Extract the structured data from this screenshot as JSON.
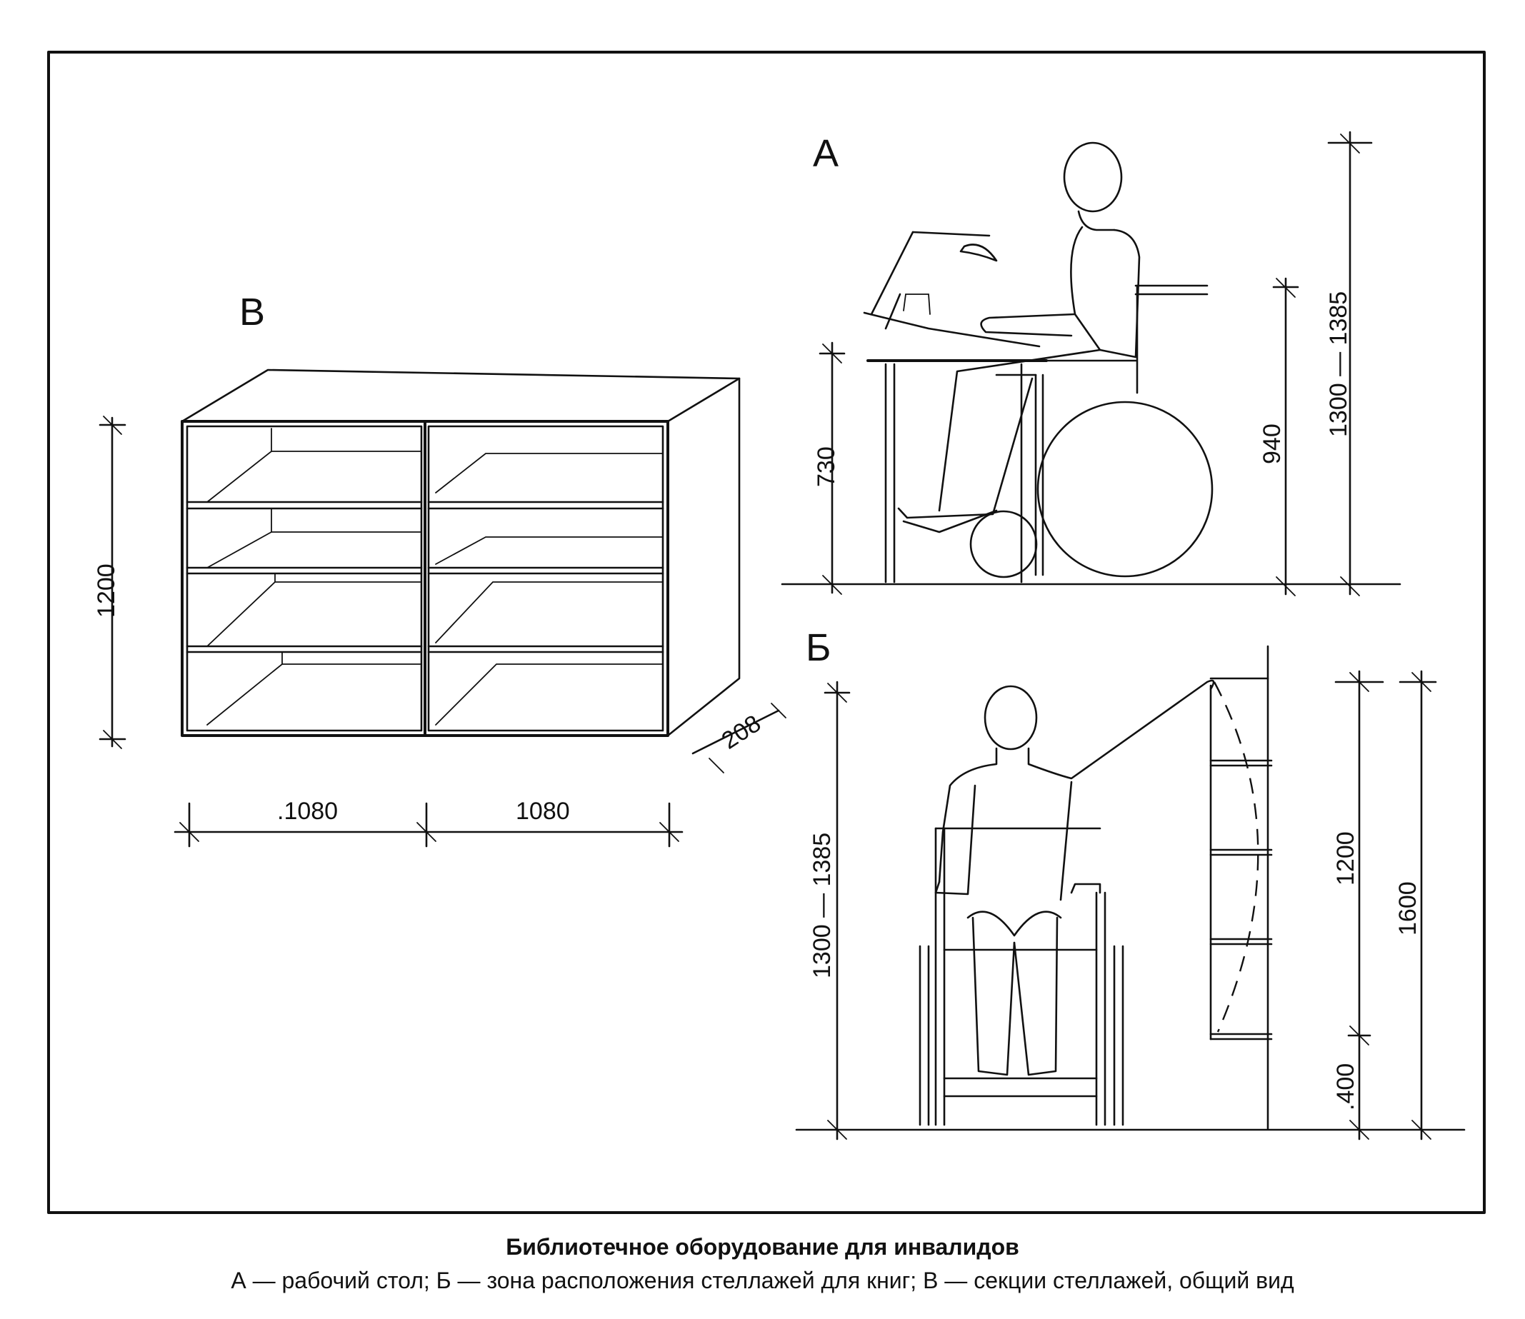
{
  "labels": {
    "a": "А",
    "b": "Б",
    "v": "В"
  },
  "dimensions": {
    "v_height": "1200",
    "v_width_left": ".1080",
    "v_width_right": "1080",
    "v_depth": "208",
    "a_table": "730",
    "a_arm": "940",
    "a_reach": "1300 — 1385",
    "b_reach": "1300 — 1385",
    "b_shelf": "1200",
    "b_total": "1600",
    "b_bottom": ".400"
  },
  "caption": {
    "title": "Библиотечное оборудование для инвалидов",
    "subtitle": "А — рабочий стол; Б — зона расположения стеллажей для книг; В — секции стеллажей, общий вид"
  }
}
